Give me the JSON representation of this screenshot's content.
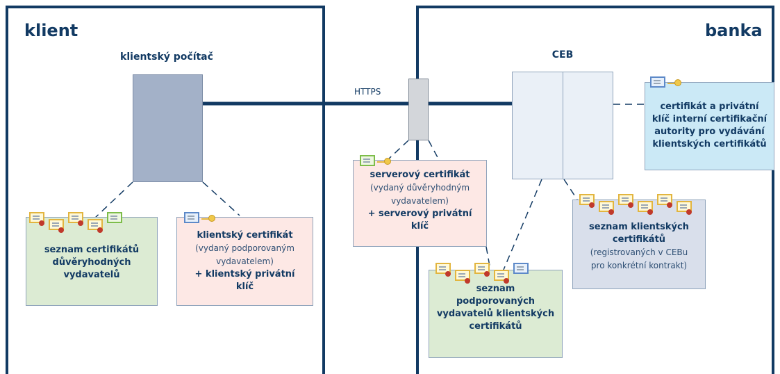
{
  "zones": {
    "client_title": "klient",
    "bank_title": "banka"
  },
  "nodes": {
    "client_pc_label": "klientský počítač",
    "ceb_label": "CEB",
    "https_label": "HTTPS"
  },
  "boxes": {
    "trusted_issuers": {
      "line1": "seznam certifikátů",
      "line2": "důvěryhodných",
      "line3": "vydavatelů"
    },
    "client_cert": {
      "line1": "klientský certifikát",
      "line2": "(vydaný podporovaným",
      "line3": "vydavatelem)",
      "line4": "+ klientský privátní",
      "line5": "klíč"
    },
    "server_cert": {
      "line1": "serverový certifikát",
      "line2": "(vydaný důvěryhodným",
      "line3": "vydavatelem)",
      "line4": "+ serverový privátní",
      "line5": "klíč"
    },
    "supported_issuers": {
      "line1": "seznam",
      "line2": "podporovaných",
      "line3": "vydavatelů klientských",
      "line4": "certifikátů"
    },
    "client_cert_list": {
      "line1": "seznam klientských",
      "line2": "certifikátů",
      "line3": "(registrovaných v CEBu",
      "line4": "pro konkrétní kontrakt)"
    },
    "internal_ca": {
      "line1": "certifikát a privátní",
      "line2": "klíč interní certifikační",
      "line3": "autority pro vydávání",
      "line4": "klientských certifikátů"
    }
  },
  "colors": {
    "navy": "#123a63",
    "client_pc_fill": "#a3b1c8",
    "server_fill": "#d3d6da",
    "ceb_fill": "#eaf0f7",
    "green_box": "#dcebd3",
    "pink_box": "#fde8e5",
    "lavender_box": "#d9dfeb",
    "blue_box": "#cbe9f6"
  }
}
